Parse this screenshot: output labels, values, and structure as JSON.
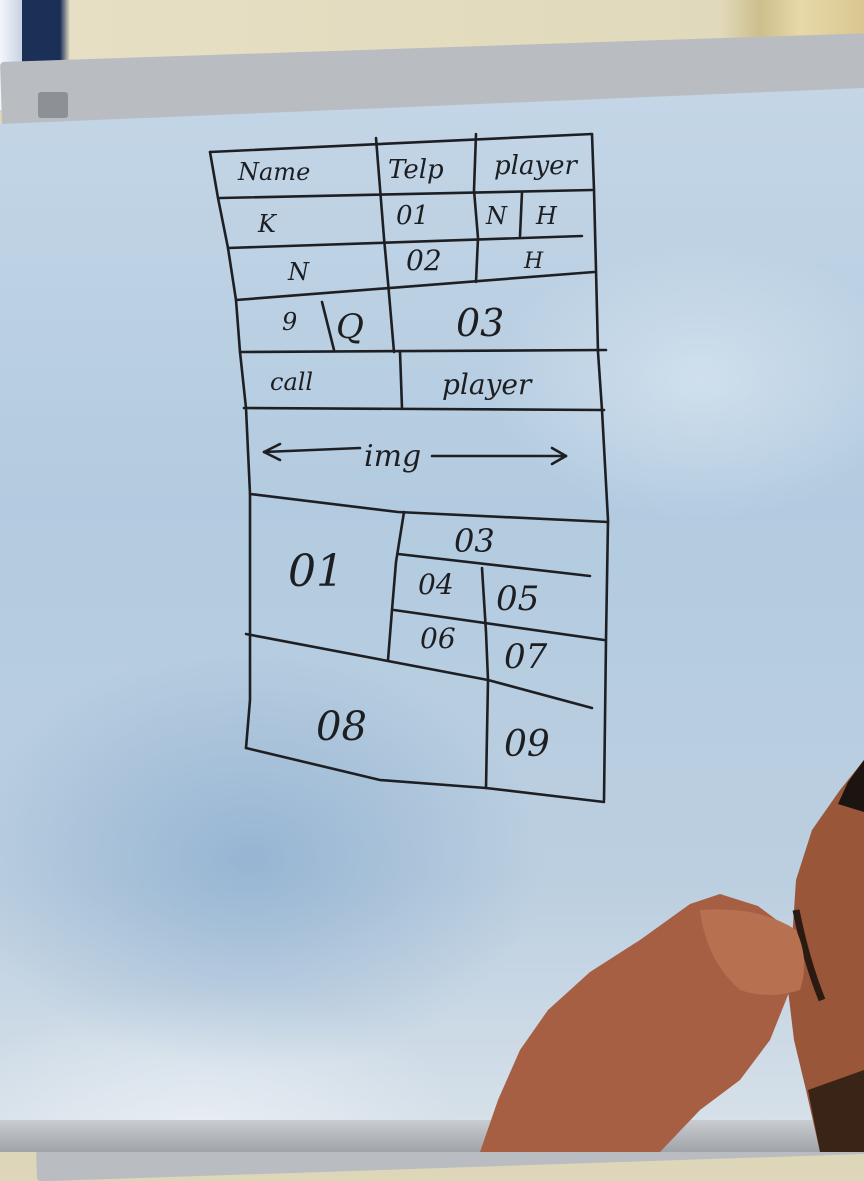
{
  "board_sketch": {
    "header": {
      "name": "Name",
      "telp": "Telp",
      "player": "player"
    },
    "rows": [
      {
        "name": "K",
        "telp": "01",
        "player_n": "N",
        "player_h": "H"
      },
      {
        "name": "N",
        "telp": "02",
        "player": "H"
      }
    ],
    "row_q": {
      "left": "9",
      "mid": "Q",
      "right": "03"
    },
    "row_call": {
      "left": "call",
      "right": "player"
    },
    "img_row": {
      "label": "img"
    },
    "grid": {
      "c01": "01",
      "c03": "03",
      "c04": "04",
      "c05": "05",
      "c06": "06",
      "c07": "07",
      "c08": "08",
      "c09": "09"
    }
  },
  "colors": {
    "board": "#bccfe0",
    "ink": "#1e1f23",
    "frame": "#b9bcc0",
    "wall": "#e1d9bb",
    "skin": "#b06a4c"
  }
}
